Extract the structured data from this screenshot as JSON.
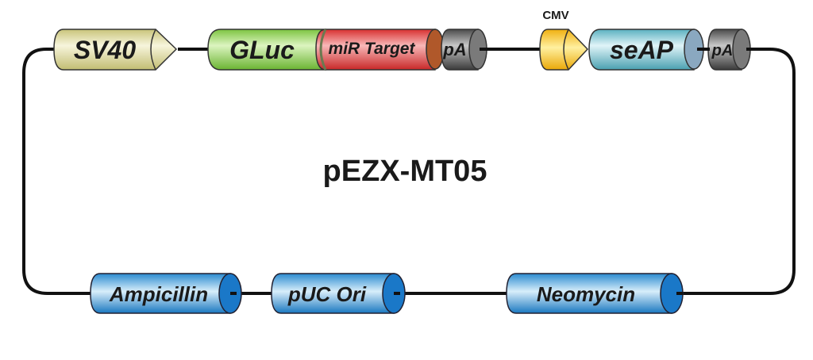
{
  "plasmid": {
    "name": "pEZX-MT05",
    "features": {
      "sv40": {
        "label": "SV40",
        "type": "promoter",
        "color": "#e3e0a8"
      },
      "gluc": {
        "label": "GLuc",
        "type": "gene",
        "color": "#9ed66a"
      },
      "mir_target": {
        "label": "miR Target",
        "type": "insert",
        "color": "#e85a5a",
        "cap_color": "#b85a2a"
      },
      "pa1": {
        "label": "pA",
        "type": "polyA",
        "color": "#7a7a7a"
      },
      "cmv": {
        "label": "CMV",
        "type": "promoter",
        "color": "#f5c830"
      },
      "seap": {
        "label": "seAP",
        "type": "gene",
        "color": "#8ccfd8",
        "cap_color": "#8aa8c0"
      },
      "pa2": {
        "label": "pA",
        "type": "polyA",
        "color": "#7a7a7a"
      },
      "ampicillin": {
        "label": "Ampicillin",
        "type": "resistance",
        "color": "#5aaee0"
      },
      "puc_ori": {
        "label": "pUC Ori",
        "type": "origin",
        "color": "#5aaee0"
      },
      "neomycin": {
        "label": "Neomycin",
        "type": "resistance",
        "color": "#5aaee0"
      }
    }
  }
}
